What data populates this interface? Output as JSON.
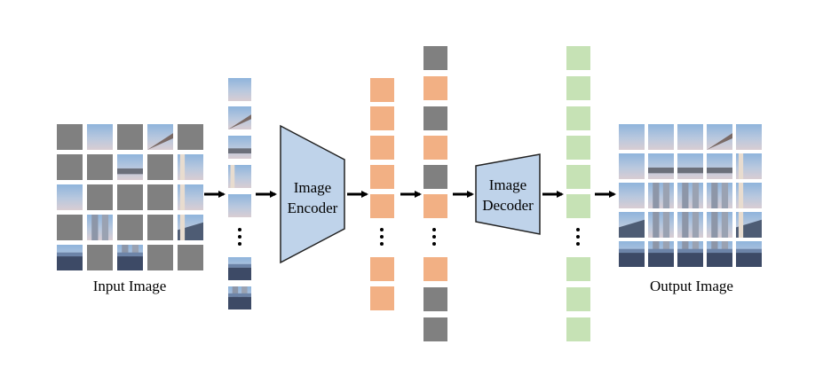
{
  "labels": {
    "input_image": "Input Image",
    "output_image": "Output Image",
    "encoder_line1": "Image",
    "encoder_line2": "Encoder",
    "decoder_line1": "Image",
    "decoder_line2": "Decoder"
  },
  "colors": {
    "masked_patch": "#808080",
    "sky_top": "#8fb4dc",
    "sky_bottom": "#c9d3e2",
    "building": "#5a6a82",
    "token_encoded": "#f2b084",
    "token_decoded": "#c6e2b5",
    "encoder_fill": "#bfd3ea",
    "arrow": "#000000"
  },
  "input_grid": {
    "masked": [
      [
        true,
        false,
        true,
        false,
        true
      ],
      [
        true,
        true,
        false,
        true,
        false
      ],
      [
        false,
        true,
        true,
        true,
        false
      ],
      [
        true,
        false,
        true,
        true,
        false
      ],
      [
        false,
        true,
        false,
        true,
        true
      ]
    ]
  }
}
